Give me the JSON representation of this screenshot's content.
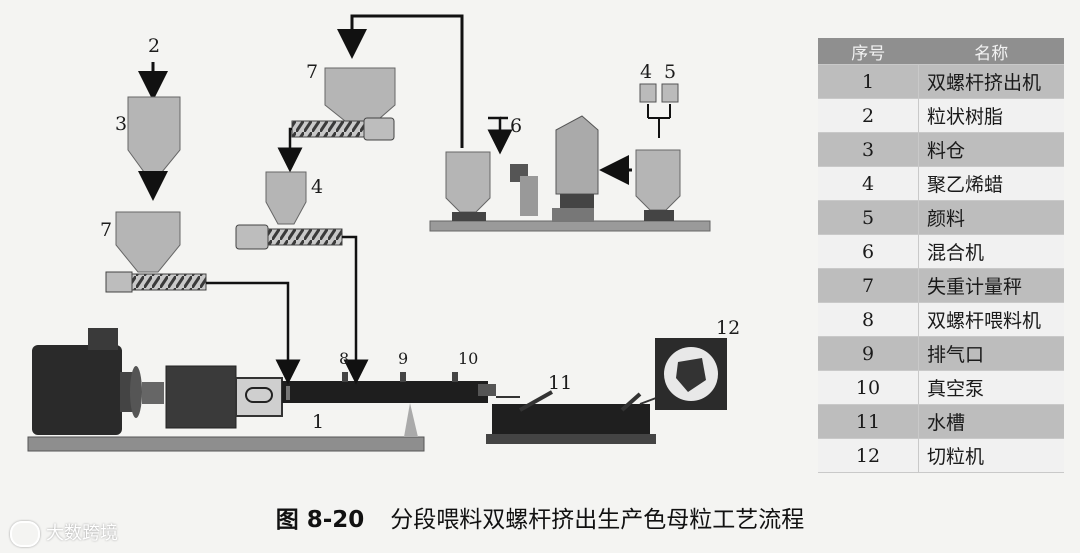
{
  "labels": {
    "l1": "1",
    "l2": "2",
    "l3": "3",
    "l4a": "4",
    "l4b": "4",
    "l5": "5",
    "l6": "6",
    "l7a": "7",
    "l7b": "7",
    "l8": "8",
    "l9": "9",
    "l10": "10",
    "l11": "11",
    "l12": "12"
  },
  "legend": {
    "header": {
      "num": "序号",
      "name": "名称"
    },
    "rows": [
      {
        "num": "1",
        "name": "双螺杆挤出机"
      },
      {
        "num": "2",
        "name": "粒状树脂"
      },
      {
        "num": "3",
        "name": "料仓"
      },
      {
        "num": "4",
        "name": "聚乙烯蜡"
      },
      {
        "num": "5",
        "name": "颜料"
      },
      {
        "num": "6",
        "name": "混合机"
      },
      {
        "num": "7",
        "name": "失重计量秤"
      },
      {
        "num": "8",
        "name": "双螺杆喂料机"
      },
      {
        "num": "9",
        "name": "排气口"
      },
      {
        "num": "10",
        "name": "真空泵"
      },
      {
        "num": "11",
        "name": "水槽"
      },
      {
        "num": "12",
        "name": "切粒机"
      }
    ]
  },
  "caption": {
    "fig": "图 8-20",
    "title": "分段喂料双螺杆挤出生产色母粒工艺流程"
  },
  "watermark": "大数跨境",
  "colors": {
    "machine_dark": "#2a2a2a",
    "machine_gray": "#9a9a9a",
    "hopper": "#b5b5b5",
    "line": "#111111"
  }
}
